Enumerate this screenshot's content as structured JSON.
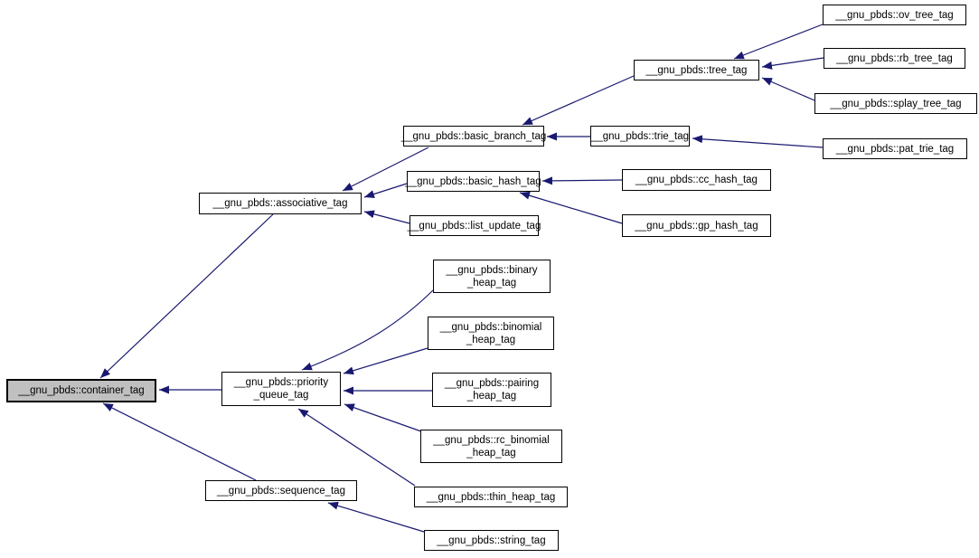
{
  "diagram": {
    "kind": "inheritance-graph",
    "colors": {
      "edge": "#191970",
      "node_border": "#000000",
      "node_fill": "#ffffff",
      "highlight_fill": "#c0c0c0",
      "background": "#ffffff"
    },
    "nodes": {
      "container_tag": {
        "label": "__gnu_pbds::container_tag",
        "highlighted": true
      },
      "associative_tag": {
        "label": "__gnu_pbds::associative_tag"
      },
      "sequence_tag": {
        "label": "__gnu_pbds::sequence_tag"
      },
      "priority_queue_tag": {
        "label": "__gnu_pbds::priority\n_queue_tag"
      },
      "basic_branch_tag": {
        "label": "__gnu_pbds::basic_branch_tag"
      },
      "basic_hash_tag": {
        "label": "__gnu_pbds::basic_hash_tag"
      },
      "list_update_tag": {
        "label": "__gnu_pbds::list_update_tag"
      },
      "binary_heap_tag": {
        "label": "__gnu_pbds::binary\n_heap_tag"
      },
      "binomial_heap_tag": {
        "label": "__gnu_pbds::binomial\n_heap_tag"
      },
      "pairing_heap_tag": {
        "label": "__gnu_pbds::pairing\n_heap_tag"
      },
      "rc_binomial_heap_tag": {
        "label": "__gnu_pbds::rc_binomial\n_heap_tag"
      },
      "thin_heap_tag": {
        "label": "__gnu_pbds::thin_heap_tag"
      },
      "string_tag": {
        "label": "__gnu_pbds::string_tag"
      },
      "tree_tag": {
        "label": "__gnu_pbds::tree_tag"
      },
      "trie_tag": {
        "label": "__gnu_pbds::trie_tag"
      },
      "cc_hash_tag": {
        "label": "__gnu_pbds::cc_hash_tag"
      },
      "gp_hash_tag": {
        "label": "__gnu_pbds::gp_hash_tag"
      },
      "ov_tree_tag": {
        "label": "__gnu_pbds::ov_tree_tag"
      },
      "rb_tree_tag": {
        "label": "__gnu_pbds::rb_tree_tag"
      },
      "splay_tree_tag": {
        "label": "__gnu_pbds::splay_tree_tag"
      },
      "pat_trie_tag": {
        "label": "__gnu_pbds::pat_trie_tag"
      }
    },
    "edges": [
      {
        "from": "associative_tag",
        "to": "container_tag"
      },
      {
        "from": "priority_queue_tag",
        "to": "container_tag"
      },
      {
        "from": "sequence_tag",
        "to": "container_tag"
      },
      {
        "from": "basic_branch_tag",
        "to": "associative_tag"
      },
      {
        "from": "basic_hash_tag",
        "to": "associative_tag"
      },
      {
        "from": "list_update_tag",
        "to": "associative_tag"
      },
      {
        "from": "tree_tag",
        "to": "basic_branch_tag"
      },
      {
        "from": "trie_tag",
        "to": "basic_branch_tag"
      },
      {
        "from": "ov_tree_tag",
        "to": "tree_tag"
      },
      {
        "from": "rb_tree_tag",
        "to": "tree_tag"
      },
      {
        "from": "splay_tree_tag",
        "to": "tree_tag"
      },
      {
        "from": "pat_trie_tag",
        "to": "trie_tag"
      },
      {
        "from": "cc_hash_tag",
        "to": "basic_hash_tag"
      },
      {
        "from": "gp_hash_tag",
        "to": "basic_hash_tag"
      },
      {
        "from": "binary_heap_tag",
        "to": "priority_queue_tag"
      },
      {
        "from": "binomial_heap_tag",
        "to": "priority_queue_tag"
      },
      {
        "from": "pairing_heap_tag",
        "to": "priority_queue_tag"
      },
      {
        "from": "rc_binomial_heap_tag",
        "to": "priority_queue_tag"
      },
      {
        "from": "thin_heap_tag",
        "to": "priority_queue_tag"
      },
      {
        "from": "string_tag",
        "to": "sequence_tag"
      }
    ]
  }
}
